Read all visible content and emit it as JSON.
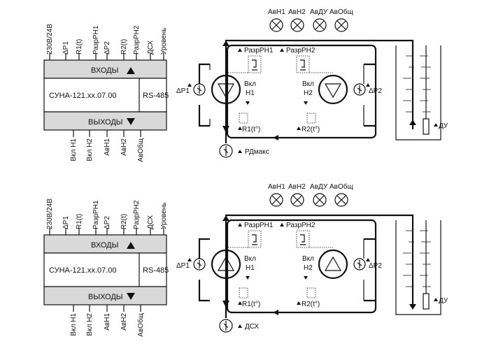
{
  "controller": {
    "inputs_top": [
      "230В/24В",
      "ΔР1",
      "R1(t)",
      "РазрРН1",
      "ΔР2",
      "R2(t)",
      "РазрРН2",
      "ДСХ",
      "Уровень"
    ],
    "inputs_title": "ВХОДЫ",
    "model": "СУНА-121.хх.07.00",
    "interface": "RS-485",
    "outputs_title": "ВЫХОДЫ",
    "outputs_bottom": [
      "Вкл Н1",
      "Вкл Н2",
      "АвН1",
      "АвН2",
      "АвОбщ"
    ]
  },
  "lamps": [
    "АвН1",
    "АвН2",
    "АвДУ",
    "АвОбщ"
  ],
  "labels": {
    "dp1": "ΔР1",
    "dp2": "ΔР2",
    "razr1": "РазрРН1",
    "razr2": "РазрРН2",
    "vkl1_a": "Вкл",
    "vkl1_b": "Н1",
    "vkl2_a": "Вкл",
    "vkl2_b": "Н2",
    "r1": "R1(t°)",
    "r2": "R2(t°)",
    "du": "ДУ",
    "rdmax": "РДмакс",
    "dsx": "ДСХ"
  }
}
